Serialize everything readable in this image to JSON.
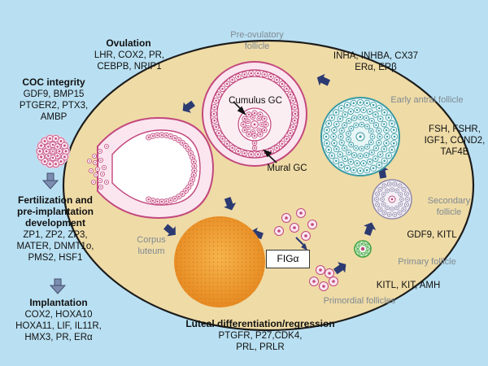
{
  "stages": {
    "pre_ovulatory": [
      "Pre-ovulatory",
      "follicle"
    ],
    "early_antral": "Early antral follicle",
    "secondary": [
      "Secondary",
      "follicle"
    ],
    "primary": "Primary follicle",
    "primordial": "Primordial follicles",
    "corpus_luteum": [
      "Corpus",
      "luteum"
    ]
  },
  "cell_labels": {
    "cumulus": "Cumulus GC",
    "mural": "Mural GC"
  },
  "gene_groups": {
    "ovulation": {
      "title": "Ovulation",
      "lines": [
        "LHR, COX2, PR,",
        "CEBPB, NRIP1"
      ]
    },
    "coc_integrity": {
      "title": "COC integrity",
      "lines": [
        "GDF9, BMP15",
        "PTGER2, PTX3,",
        "AMBP"
      ]
    },
    "fertilization": {
      "title": [
        "Fertilization and",
        "pre-implantation",
        "development"
      ],
      "lines": [
        "ZP1, ZP2, ZP3,",
        "MATER, DNMT1o,",
        "PMS2, HSF1"
      ]
    },
    "implantation": {
      "title": "Implantation",
      "lines": [
        "COX2, HOXA10",
        "HOXA11, LIF, IL11R,",
        "HMX3, PR, ERα"
      ]
    },
    "pre_ovulatory_genes": {
      "lines": [
        "INHA, INHBA, CX37",
        "ERα, ERβ"
      ]
    },
    "antral_genes": {
      "lines": [
        "FSH, FSHR,",
        "IGF1, CCND2,",
        "TAF4B"
      ]
    },
    "secondary_genes": {
      "lines": [
        "GDF9, KITL"
      ]
    },
    "primary_genes": {
      "lines": [
        "KITL, KIT, AMH"
      ]
    },
    "luteal": {
      "title": "Luteal differentiation/regression",
      "lines": [
        "PTGFR, P27,CDK4,",
        "PRL, PRLR"
      ]
    }
  },
  "figa": "FIGα",
  "colors": {
    "background": "#b9e0f2",
    "ovary_fill": "#efdba6",
    "follicle_pink": "#c2487e",
    "antral_teal": "#3a9aa4",
    "corpus_luteum": "#f0a030",
    "arrow": "#2c3a72"
  }
}
